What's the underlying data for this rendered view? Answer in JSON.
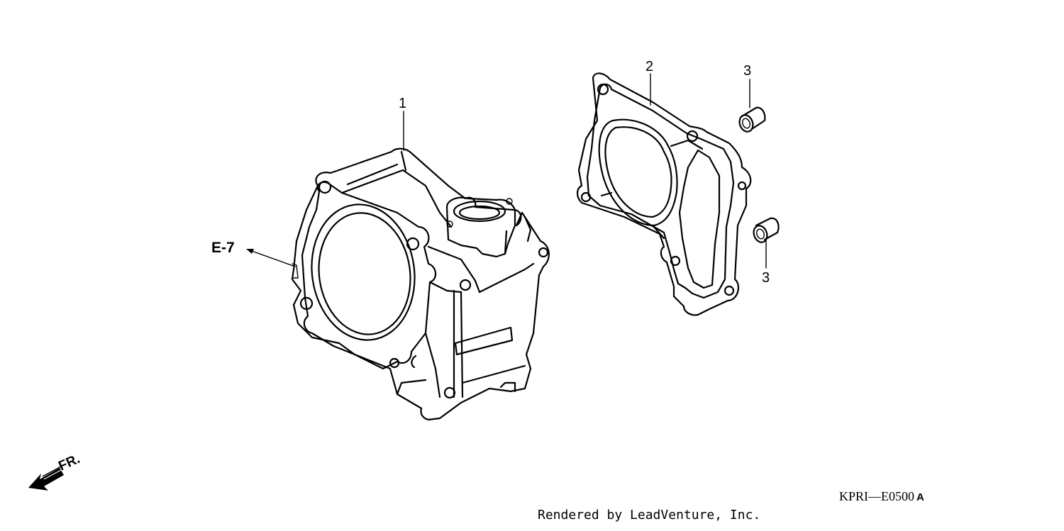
{
  "parts": [
    {
      "callout": "1",
      "icon": "cylinder-icon"
    },
    {
      "callout": "2",
      "icon": "gasket-icon"
    },
    {
      "callout": "3",
      "icon": "dowel-pin-icon"
    },
    {
      "callout": "3",
      "icon": "dowel-pin-icon"
    }
  ],
  "reference": "E-7",
  "direction_label": "FR.",
  "diagram_code": "KPRI—E0500",
  "diagram_code_suffix": "A",
  "credit": "Rendered by LeadVenture, Inc.",
  "colors": {
    "background": "#ffffff",
    "line": "#000000"
  }
}
